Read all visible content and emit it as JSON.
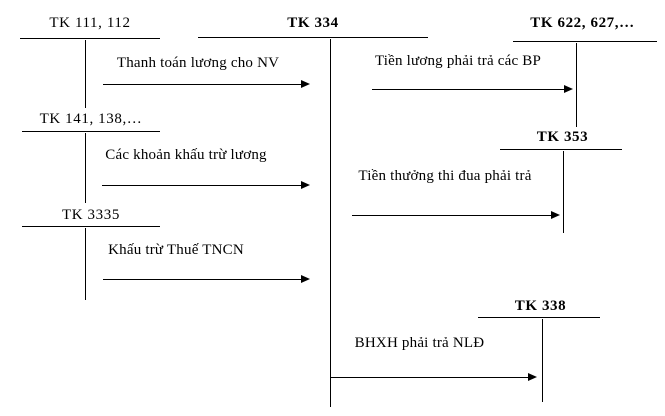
{
  "diagram": {
    "description": "T-account flow diagram for salary payable account TK 334",
    "colors": {
      "line": "#000000",
      "background": "#ffffff",
      "text": "#000000"
    },
    "center_account": {
      "label": "TK 334"
    },
    "left_accounts": [
      {
        "label": "TK 111, 112"
      },
      {
        "label": "TK 141, 138,…"
      },
      {
        "label": "TK 3335"
      }
    ],
    "right_accounts": [
      {
        "label": "TK 622, 627,…"
      },
      {
        "label": "TK 353"
      },
      {
        "label": "TK 338"
      }
    ],
    "debit_flows": [
      {
        "label": "Thanh toán lương cho NV"
      },
      {
        "label": "Các khoản khấu trừ lương"
      },
      {
        "label": "Khấu trừ Thuế TNCN"
      }
    ],
    "credit_flows": [
      {
        "label": "Tiền lương phải trả các BP"
      },
      {
        "label": "Tiền thưởng thi đua phải trả"
      },
      {
        "label": "BHXH phải trả NLĐ"
      }
    ]
  }
}
